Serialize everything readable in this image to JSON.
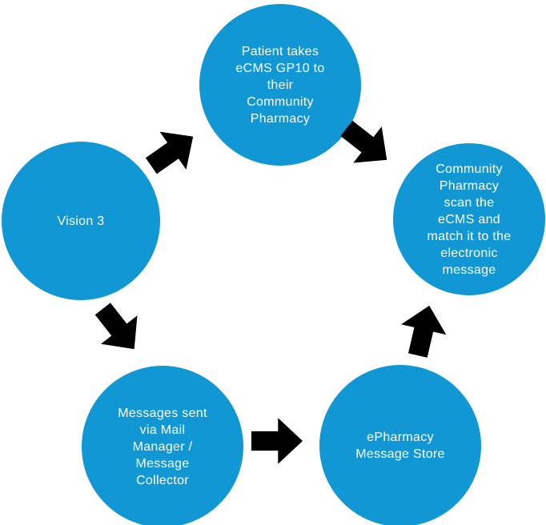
{
  "diagram": {
    "type": "cycle-flow",
    "colors": {
      "node_fill": "#1197d3",
      "node_text": "#ffffff",
      "arrow": "#000000",
      "background": "#ffffff"
    },
    "nodes": [
      {
        "id": "patient-takes",
        "label": "Patient takes\neCMS GP10 to\ntheir\nCommunity\nPharmacy"
      },
      {
        "id": "community-pharmacy",
        "label": "Community\nPharmacy\nscan the\neCMS and\nmatch it to the\nelectronic\nmessage"
      },
      {
        "id": "vision-3",
        "label": "Vision 3"
      },
      {
        "id": "messages-sent",
        "label": "Messages sent\nvia Mail\nManager /\nMessage\nCollector"
      },
      {
        "id": "epharmacy-store",
        "label": "ePharmacy\nMessage Store"
      }
    ],
    "arrows": [
      {
        "from": "vision-3",
        "to": "patient-takes"
      },
      {
        "from": "patient-takes",
        "to": "community-pharmacy"
      },
      {
        "from": "vision-3",
        "to": "messages-sent"
      },
      {
        "from": "messages-sent",
        "to": "epharmacy-store"
      },
      {
        "from": "epharmacy-store",
        "to": "community-pharmacy"
      }
    ]
  }
}
